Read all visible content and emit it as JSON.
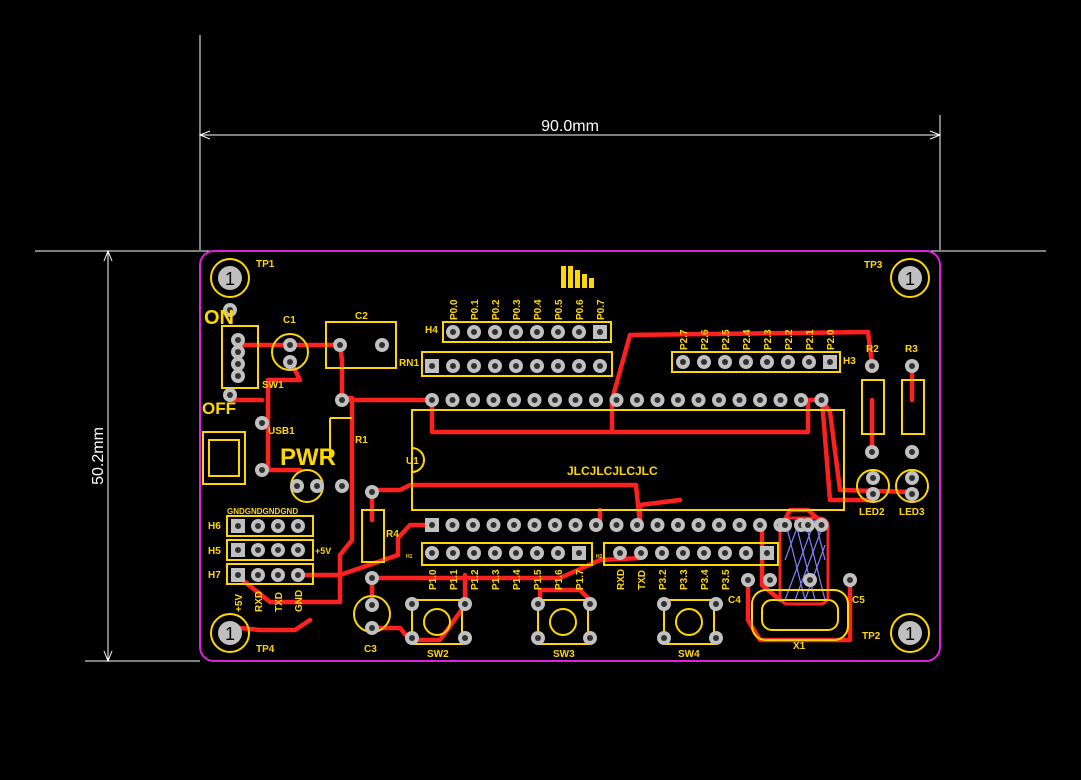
{
  "dimensions": {
    "width_label": "90.0mm",
    "height_label": "50.2mm"
  },
  "board": {
    "silk_marking": "JLCJLCJLCJLC"
  },
  "switch_labels": {
    "on": "ON",
    "off": "OFF",
    "pwr": "PWR"
  },
  "test_points": {
    "tp1": "TP1",
    "tp2": "TP2",
    "tp3": "TP3",
    "tp4": "TP4",
    "number": "1"
  },
  "components": {
    "c1": "C1",
    "c2": "C2",
    "c3": "C3",
    "c4": "C4",
    "c5": "C5",
    "sw1": "SW1",
    "sw2": "SW2",
    "sw3": "SW3",
    "sw4": "SW4",
    "usb1": "USB1",
    "r1": "R1",
    "r2": "R2",
    "r3": "R3",
    "r4": "R4",
    "rn1": "RN1",
    "u1": "U1",
    "x1": "X1",
    "led2": "LED2",
    "led3": "LED3",
    "h1": "H1",
    "h2": "H2",
    "h3": "H3",
    "h4": "H4",
    "h5": "H5",
    "h6": "H6",
    "h7": "H7"
  },
  "h4_pins": [
    "P0.0",
    "P0.1",
    "P0.2",
    "P0.3",
    "P0.4",
    "P0.5",
    "P0.6",
    "P0.7"
  ],
  "h3_pins": [
    "P2.7",
    "P2.6",
    "P2.5",
    "P2.4",
    "P2.3",
    "P2.2",
    "P2.1",
    "P2.0"
  ],
  "h1_pins": [
    "P1.0",
    "P1.1",
    "P1.2",
    "P1.3",
    "P1.4",
    "P1.5",
    "P1.6",
    "P1.7"
  ],
  "h2_pins": [
    "RXD",
    "TXD",
    "P3.2",
    "P3.3",
    "P3.4",
    "P3.5"
  ],
  "h6_label": "GNDGNDGNDGND",
  "h5_label": "+5V",
  "h7_pins": [
    "+5V",
    "RXD",
    "TXD",
    "GND"
  ],
  "colors": {
    "trace": "#ff2020",
    "silk": "#ffd700",
    "outline": "#e020e0",
    "pad": "#c0c0c0",
    "dim": "#ffffff"
  }
}
